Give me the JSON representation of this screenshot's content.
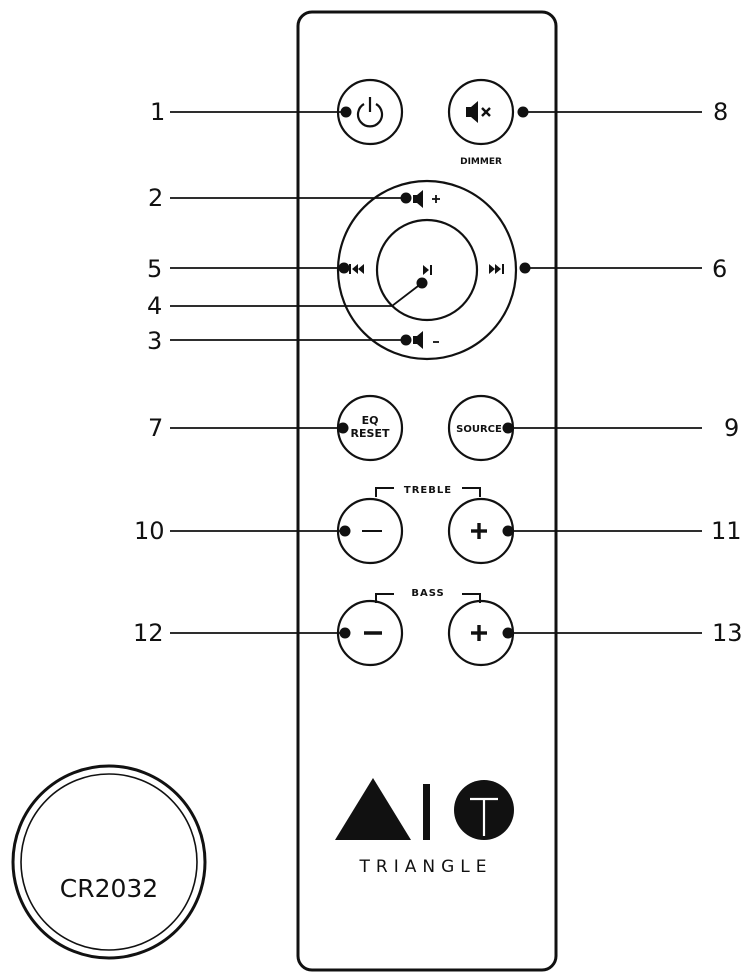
{
  "remote": {
    "dimmer_label": "DIMMER",
    "eq_label_line1": "EQ",
    "eq_label_line2": "RESET",
    "source_label": "SOURCE",
    "treble_label": "TREBLE",
    "bass_label": "BASS",
    "brand_name": "TRIANGLE",
    "battery_label": "CR2032"
  },
  "callouts": {
    "n1": "1",
    "n2": "2",
    "n3": "3",
    "n4": "4",
    "n5": "5",
    "n6": "6",
    "n7": "7",
    "n8": "8",
    "n9": "9",
    "n10": "10",
    "n11": "11",
    "n12": "12",
    "n13": "13"
  },
  "icons": {
    "power": "power-icon",
    "mute": "mute-icon",
    "vol_up": "volume-up-icon",
    "vol_down": "volume-down-icon",
    "prev": "previous-track-icon",
    "next": "next-track-icon",
    "play_pause": "play-pause-icon",
    "minus": "minus-icon",
    "plus": "plus-icon",
    "logo_triangle": "triangle-logo-icon",
    "logo_t": "t-circle-logo-icon"
  },
  "colors": {
    "ink": "#111111",
    "background": "#ffffff"
  }
}
